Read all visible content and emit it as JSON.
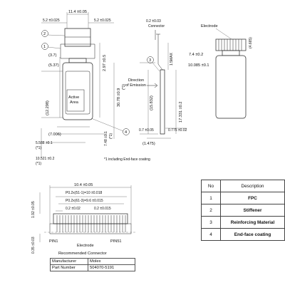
{
  "top_view": {
    "dims": {
      "width_total": "11.4 ±0.05",
      "left_offset": "5.2 ±0.025",
      "right_offset": "5.2 ±0.025",
      "d_3_7": "(3.7)",
      "d_5_37": "(5.37)",
      "d_2_97": "2.97 ±0.5",
      "d_30_78": "30.78 ±0.9",
      "d_30_78_note": "(*1)",
      "d_12_298": "(12.298)",
      "d_7_006": "(7.006)",
      "d_5_588": "5.588 ±0.1",
      "d_5_588_note": "(*1)",
      "d_7_48": "7.48 ±0.1",
      "d_7_48_note": "(*1)",
      "d_10_521": "10.521 ±0.2",
      "d_10_521_note": "(*1)"
    },
    "active_area_line1": "Active",
    "active_area_line2": "Area",
    "footnote": "*1 including End-face coating"
  },
  "side_view": {
    "connector_dim": "0.2 ±0.03",
    "connector_label": "Connector",
    "direction_line1": "Direction",
    "direction_line2": "of Emission",
    "d_15_832": "(15.832)",
    "d_1_5max": "1.5MAX",
    "d_17_331": "17.331 ±0.2",
    "d_0_7": "0.7 ±0.05",
    "d_0_775": "0.775 ±0.02",
    "d_1_475": "(1.475)"
  },
  "right_view": {
    "electrode_label": "Electrode",
    "d_4_665": "(4.665)",
    "d_7_4": "7.4 ±0.2",
    "d_10_085": "10.085 ±0.1"
  },
  "callouts": [
    "1",
    "2",
    "3",
    "4"
  ],
  "connector_detail": {
    "d_10_4": "10.4 ±0.05",
    "d_pitch1": "P0.2x(51-1)=10 ±0.018",
    "d_pitch2": "P0.2x(61-3)=9.6 ±0.015",
    "d_0_2a": "0.2 ±0.02",
    "d_0_2b": "0.2 ±0.015",
    "d_1_92": "1.92 ±0.05",
    "d_0_35": "0.35 ±0.03",
    "pin1": "PIN1",
    "pin51": "PIN51",
    "electrode_label": "Electrode"
  },
  "recommended_connector": {
    "caption": "Recommended Connector",
    "rows": [
      {
        "label": "Manufacturer",
        "value": "Molex"
      },
      {
        "label": "Part Number",
        "value": "504070-5191"
      }
    ]
  },
  "description_table": {
    "headers": [
      "No",
      "Description"
    ],
    "rows": [
      {
        "no": "1",
        "desc": "FPC"
      },
      {
        "no": "2",
        "desc": "Stiffener"
      },
      {
        "no": "3",
        "desc": "Reinforcing Material"
      },
      {
        "no": "4",
        "desc": "End-face coating"
      }
    ]
  }
}
